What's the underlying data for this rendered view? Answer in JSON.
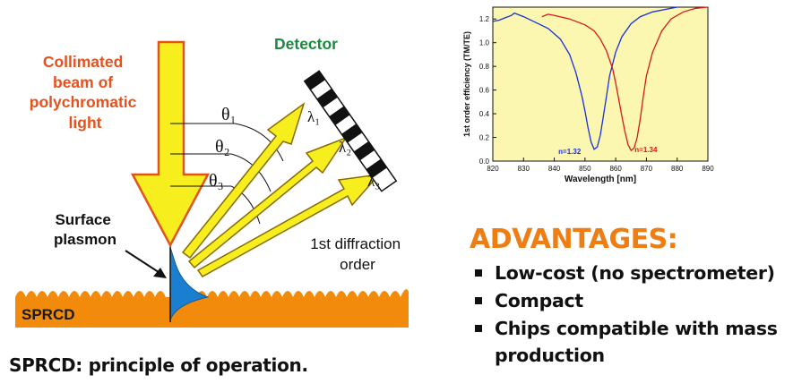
{
  "diagram": {
    "beam_label": [
      "Collimated",
      "beam of",
      "polychromatic",
      "light"
    ],
    "detector_label": "Detector",
    "angles": [
      "θ₁",
      "θ₂",
      "θ₃"
    ],
    "wavelengths": [
      "λ₁",
      "λ₂",
      "λ₃"
    ],
    "plasmon_label": [
      "Surface",
      "plasmon"
    ],
    "diffraction_label": [
      "1st diffraction",
      "order"
    ],
    "substrate_label": "SPRCD",
    "colors": {
      "beam_label": "#e8501c",
      "detector_label": "#1a8a3c",
      "arrow_fill": "#f7ee1e",
      "arrow_stroke": "#e0541a",
      "substrate": "#f28a0c",
      "plasmon": "#1a7fd0"
    }
  },
  "caption": "SPRCD: principle of operation.",
  "advantages": {
    "title": "ADVANTAGES:",
    "items": [
      "Low-cost (no spectrometer)",
      "Compact",
      "Chips compatible with mass production"
    ],
    "color": "#ef7d12"
  },
  "chart_data": {
    "type": "line",
    "xlabel": "Wavelength [nm]",
    "ylabel": "1st order efficiency (TM/TE)",
    "xlim": [
      820,
      890
    ],
    "ylim": [
      0.0,
      1.3
    ],
    "xticks": [
      "820",
      "830",
      "840",
      "850",
      "860",
      "870",
      "880",
      "890"
    ],
    "yticks": [
      "0.0",
      "0.2",
      "0.4",
      "0.6",
      "0.8",
      "1.0",
      "1.2"
    ],
    "background": "#fbf7b0",
    "series": [
      {
        "name": "n=1.32",
        "color": "#1a2fe0",
        "x": [
          820,
          822,
          824,
          826,
          827,
          830,
          834,
          838,
          842,
          845,
          847,
          849,
          850,
          851,
          852,
          853,
          854,
          855,
          856,
          857,
          858,
          860,
          862,
          865,
          868,
          872,
          876,
          880
        ],
        "y": [
          1.18,
          1.19,
          1.21,
          1.23,
          1.25,
          1.22,
          1.17,
          1.12,
          1.03,
          0.9,
          0.75,
          0.55,
          0.42,
          0.28,
          0.16,
          0.1,
          0.12,
          0.22,
          0.38,
          0.55,
          0.72,
          0.92,
          1.05,
          1.16,
          1.22,
          1.26,
          1.28,
          1.3
        ]
      },
      {
        "name": "n=1.34",
        "color": "#d81818",
        "x": [
          836,
          838,
          840,
          845,
          850,
          853,
          855,
          857,
          859,
          860,
          861,
          862,
          863,
          864,
          865,
          866,
          867,
          868,
          869,
          870,
          872,
          875,
          878,
          882,
          886,
          890
        ],
        "y": [
          1.22,
          1.24,
          1.23,
          1.2,
          1.15,
          1.1,
          1.03,
          0.93,
          0.78,
          0.66,
          0.52,
          0.38,
          0.25,
          0.14,
          0.09,
          0.11,
          0.2,
          0.36,
          0.55,
          0.72,
          0.92,
          1.1,
          1.2,
          1.26,
          1.29,
          1.3
        ]
      }
    ]
  }
}
